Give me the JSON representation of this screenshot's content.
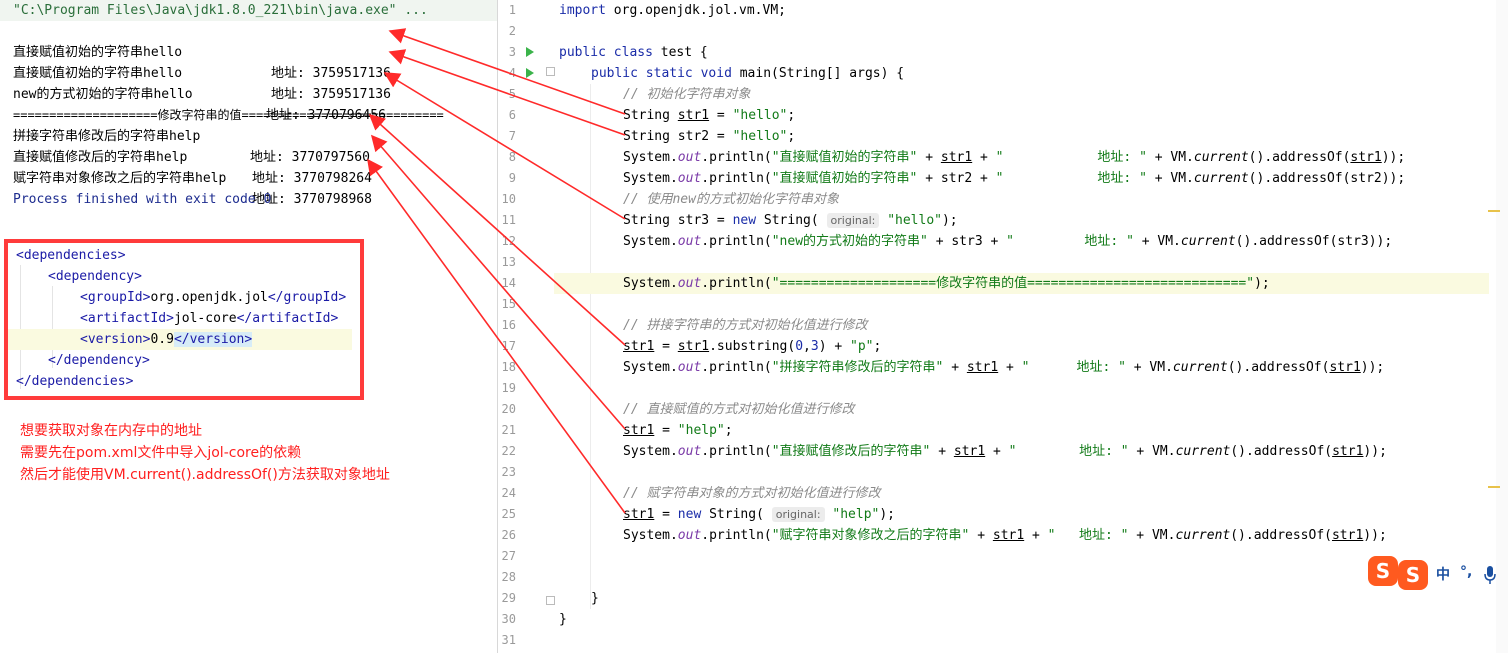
{
  "console": {
    "command": "\"C:\\Program Files\\Java\\jdk1.8.0_221\\bin\\java.exe\" ...",
    "lines": [
      {
        "label": "直接赋值初始的字符串hello",
        "addr": "地址: 3759517136"
      },
      {
        "label": "直接赋值初始的字符串hello",
        "addr": "地址: 3759517136"
      },
      {
        "label": "new的方式初始的字符串hello",
        "addr": "地址: 3770796456"
      },
      {
        "label": "====================修改字符串的值============================",
        "addr": ""
      },
      {
        "label": "拼接字符串修改后的字符串help",
        "addr": "地址: 3770797560"
      },
      {
        "label": "直接赋值修改后的字符串help",
        "addr": "地址: 3770798264"
      },
      {
        "label": "赋字符串对象修改之后的字符串help",
        "addr": "地址: 3770798968"
      }
    ],
    "finish": "Process finished with exit code 0"
  },
  "xml": {
    "dependencies": "dependencies",
    "dependency": "dependency",
    "groupId": "groupId",
    "groupValue": "org.openjdk.jol",
    "artifactId": "artifactId",
    "artifactValue": "jol-core",
    "version": "version",
    "versionValue": "0.9"
  },
  "note": {
    "line1": "想要获取对象在内存中的地址",
    "line2": "需要先在pom.xml文件中导入jol-core的依赖",
    "line3": "然后才能使用VM.current().addressOf()方法获取对象地址"
  },
  "editor": {
    "line_numbers": [
      "1",
      "2",
      "3",
      "4",
      "5",
      "6",
      "7",
      "8",
      "9",
      "10",
      "11",
      "12",
      "13",
      "14",
      "15",
      "16",
      "17",
      "18",
      "19",
      "20",
      "21",
      "22",
      "23",
      "24",
      "25",
      "26",
      "27",
      "28",
      "29",
      "30",
      "31"
    ],
    "import_kw": "import",
    "import_pkg": " org.openjdk.jol.vm.VM;",
    "public": "public",
    "class": "class",
    "class_name": " test {",
    "static": "static",
    "void": "void",
    "main_sig": " main(String[] args) {",
    "cmt_init": "// 初始化字符串对象",
    "string_type": "String ",
    "str1": "str1",
    "str2": "str2",
    "str3": "str3",
    "eq": " = ",
    "hello": "\"hello\"",
    "semi": ";",
    "system": "System.",
    "out": "out",
    "println_open": ".println(",
    "lit_direct_init": "\"直接赋值初始的字符串\"",
    "plus": " + ",
    "lit_addr_pad1": "\"            地址: \"",
    "vm": " + VM.",
    "current": "current",
    "addressof": "().addressOf(",
    "close": "));",
    "cmt_new": "// 使用new的方式初始化字符串对象",
    "new": "new",
    "string_ctor": " String(",
    "hint_original": "original:",
    "ctor_close": ");",
    "lit_new_init": "\"new的方式初始的字符串\"",
    "lit_addr_pad2": "\"         地址: \"",
    "lit_sep": "\"====================修改字符串的值============================\"",
    "cmt_concat": "// 拼接字符串的方式对初始化值进行修改",
    "substring": ".substring(",
    "n0": "0",
    "n3": "3",
    "sub_close": ") + ",
    "p": "\"p\"",
    "lit_concat": "\"拼接字符串修改后的字符串\"",
    "lit_addr_pad3": "\"      地址: \"",
    "cmt_direct": "// 直接赋值的方式对初始化值进行修改",
    "help": "\"help\"",
    "lit_direct_mod": "\"直接赋值修改后的字符串\"",
    "lit_addr_pad4": "\"        地址: \"",
    "cmt_obj": "// 赋字符串对象的方式对初始化值进行修改",
    "lit_obj_mod": "\"赋字符串对象修改之后的字符串\"",
    "lit_addr_pad5": "\"   地址: \"",
    "rbrace": "}"
  },
  "ime": {
    "label": "中"
  }
}
